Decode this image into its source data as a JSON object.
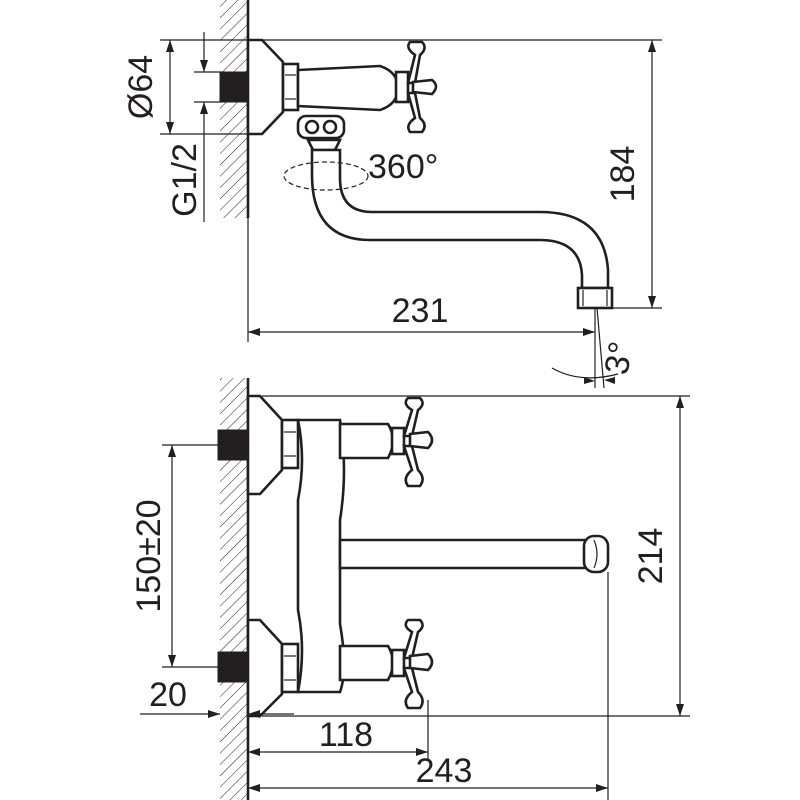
{
  "top_view": {
    "diameter_label": "Ø64",
    "thread_label": "G1/2",
    "swivel_label": "360°",
    "height_label": "184",
    "reach_label": "231",
    "angle_label": "3°"
  },
  "front_view": {
    "spacing_label": "150±20",
    "offset_label": "20",
    "spout_label": "118",
    "total_height_label": "214",
    "total_width_label": "243"
  }
}
